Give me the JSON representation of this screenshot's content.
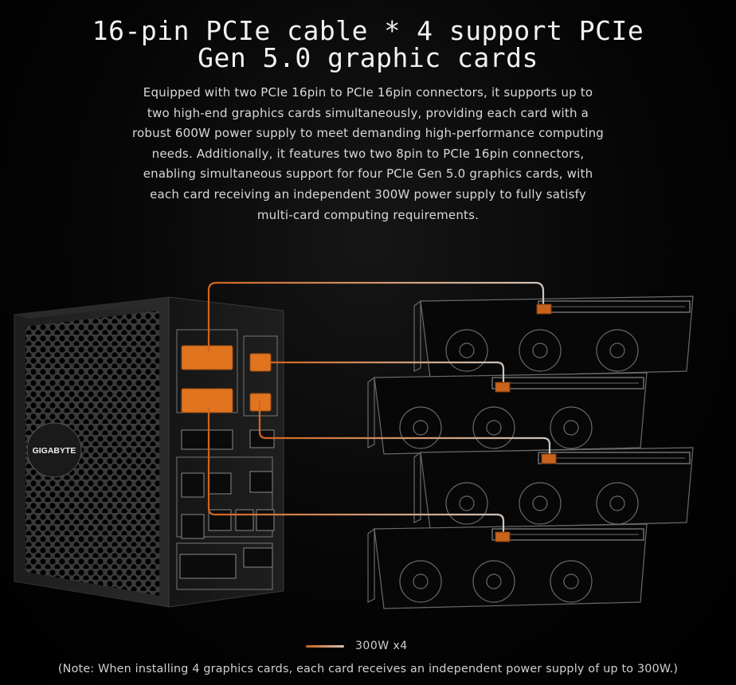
{
  "heading": {
    "line1": "16-pin PCIe cable * 4 support PCIe",
    "line2": "Gen 5.0 graphic cards"
  },
  "description": {
    "lines": [
      "Equipped with two PCIe 16pin to PCIe 16pin connectors, it supports up to",
      "two high-end graphics cards simultaneously, providing each card with a",
      "robust 600W power supply to meet demanding high-performance computing",
      "needs. Additionally, it features two two 8pin to PCIe 16pin connectors,",
      "enabling simultaneous support for four PCIe Gen 5.0 graphics cards, with",
      "each card receiving an independent 300W power supply to fully satisfy",
      "multi-card computing requirements."
    ]
  },
  "illustration": {
    "psu_brand": "GIGABYTE",
    "gpu_count": 4,
    "cable_color": "#d0651e",
    "cable_end_color": "#cfc4ba"
  },
  "legend": {
    "label": "300W x4"
  },
  "note": "(Note: When installing 4 graphics cards, each card receives an independent power supply of up to 300W.)"
}
